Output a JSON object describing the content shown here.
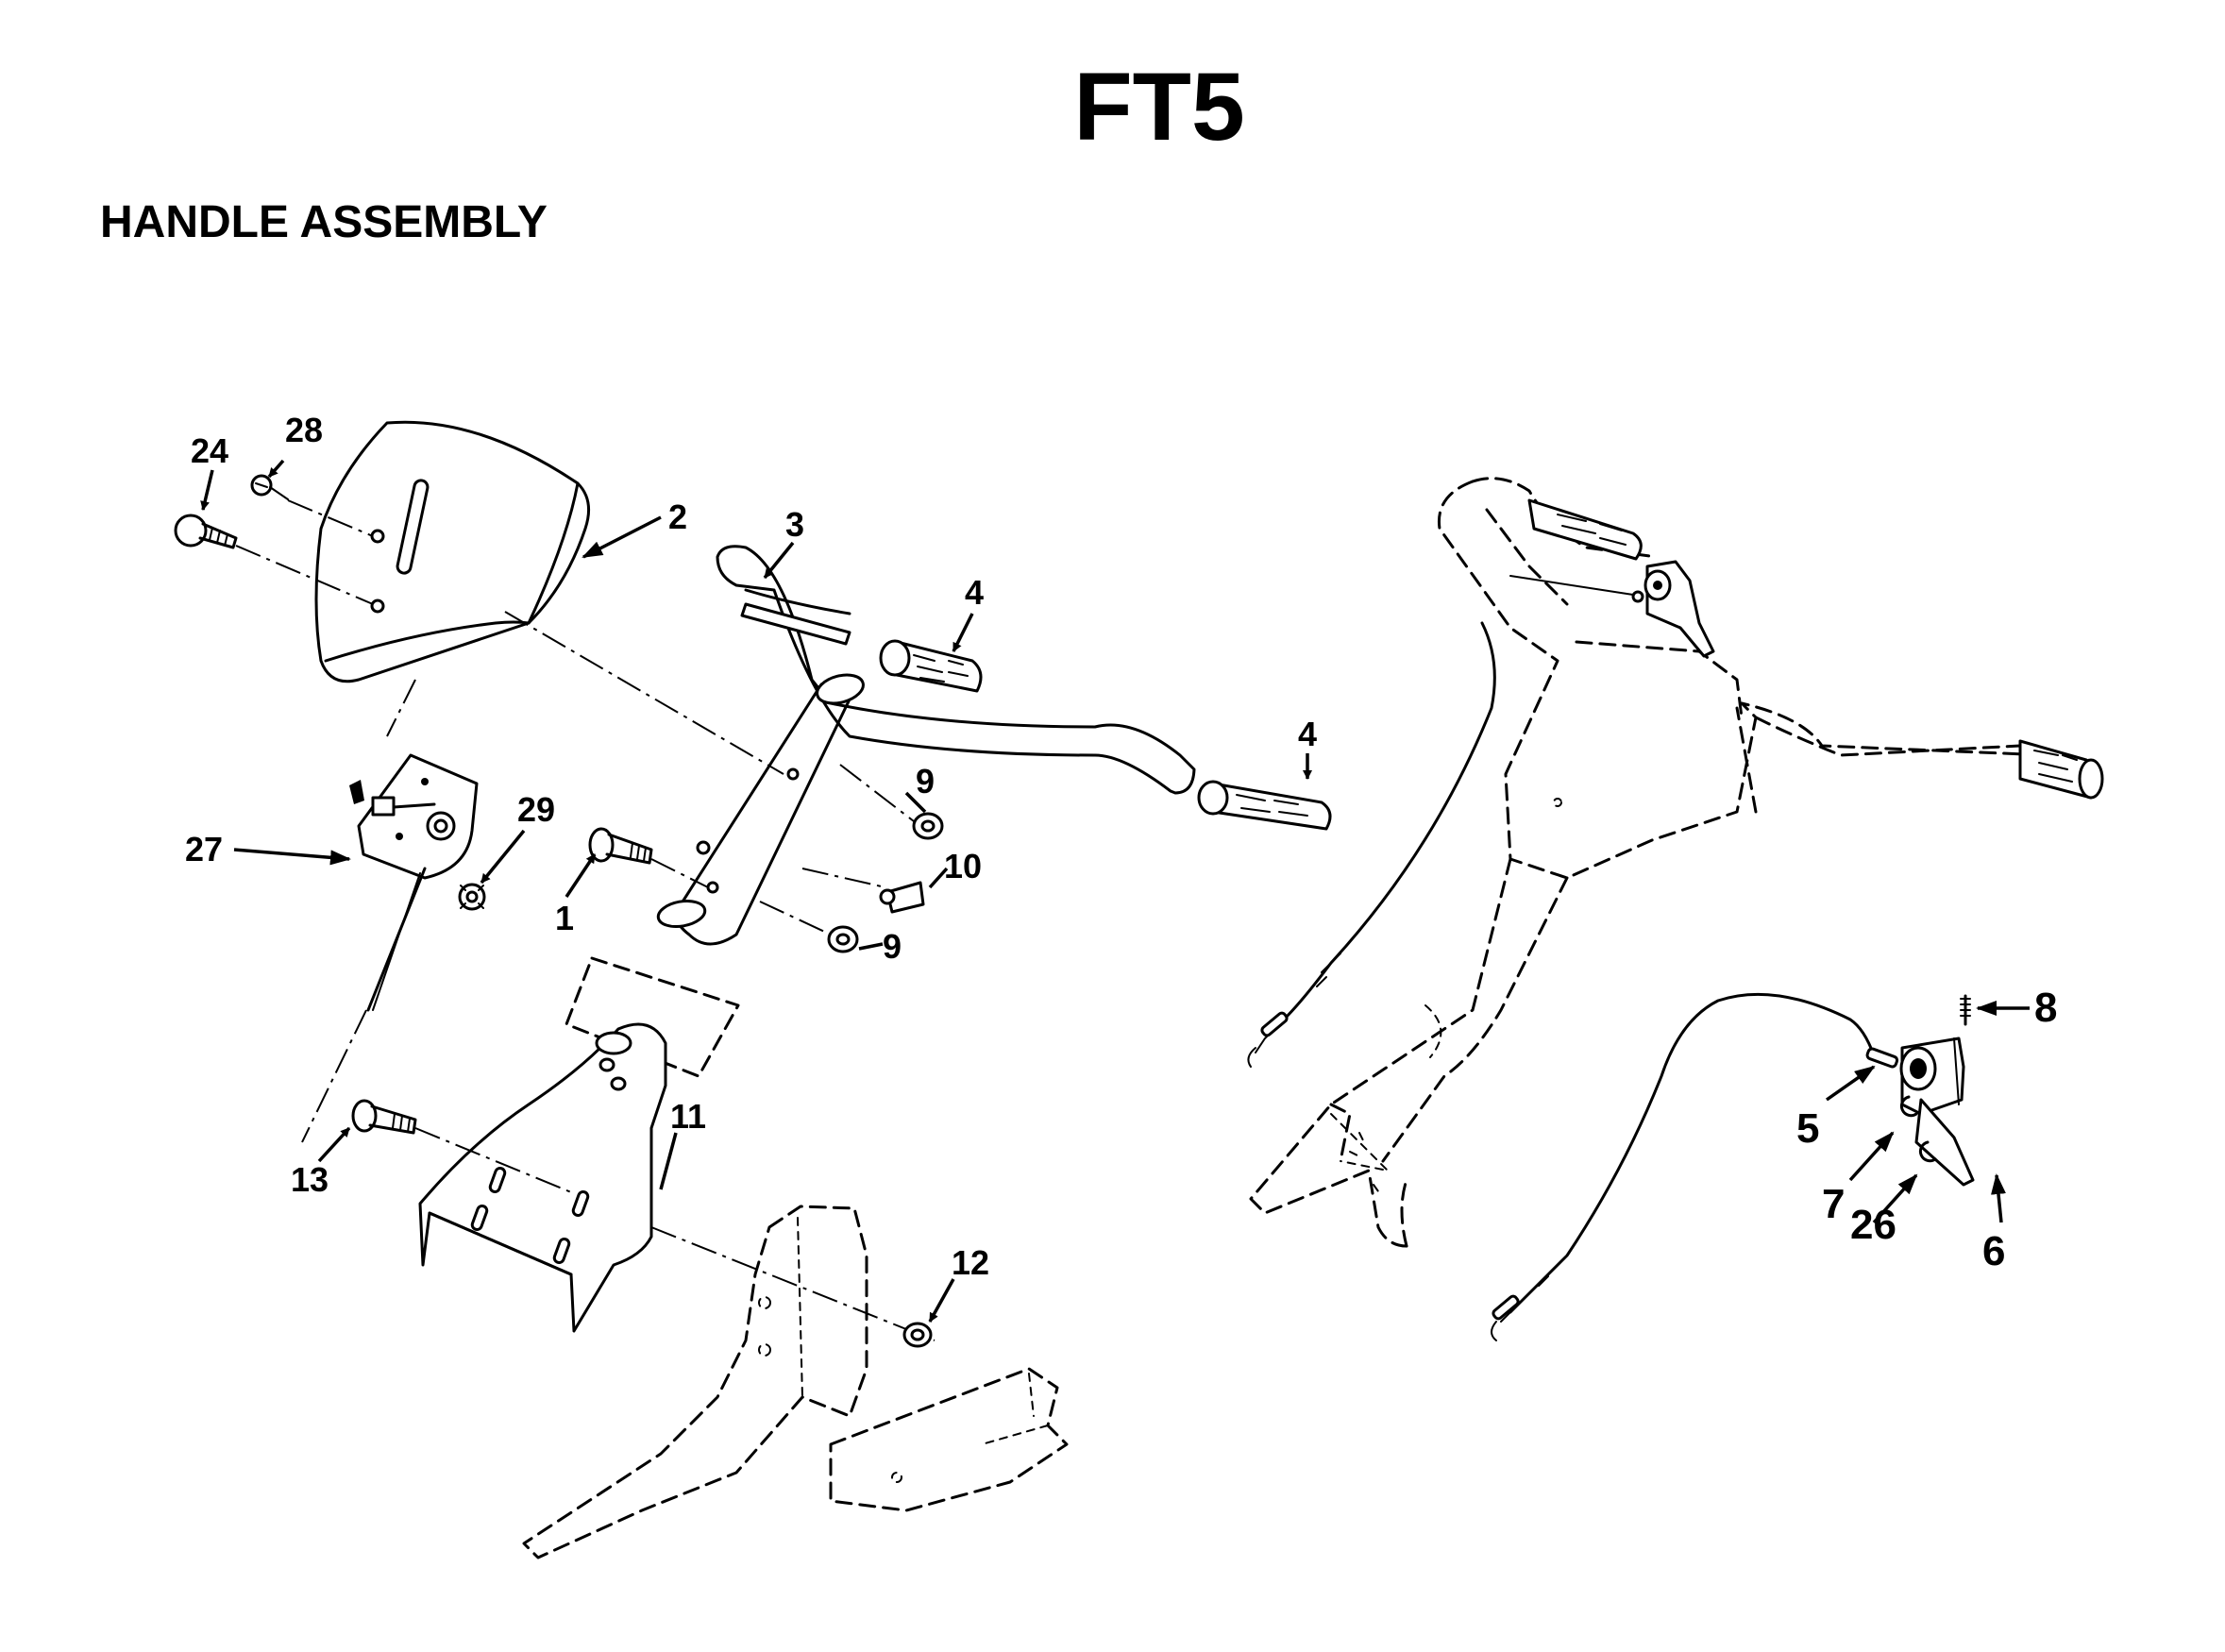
{
  "header": {
    "model": "FT5",
    "section": "HANDLE ASSEMBLY"
  },
  "callouts": {
    "c1": "1",
    "c2": "2",
    "c3": "3",
    "c4a": "4",
    "c4b": "4",
    "c5": "5",
    "c6": "6",
    "c7": "7",
    "c8": "8",
    "c9a": "9",
    "c9b": "9",
    "c10": "10",
    "c11": "11",
    "c12": "12",
    "c13": "13",
    "c24": "24",
    "c26": "26",
    "c27": "27",
    "c28": "28",
    "c29": "29"
  }
}
